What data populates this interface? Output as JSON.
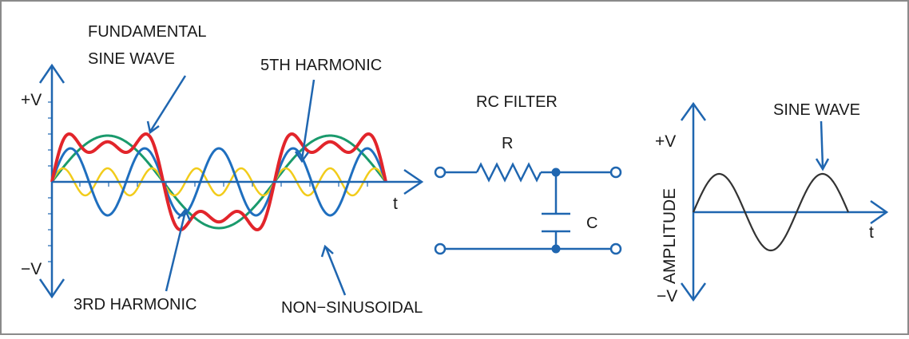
{
  "left_diagram": {
    "plus_v": "+V",
    "minus_v": "−V",
    "t_label": "t",
    "callouts": {
      "fundamental_line1": "FUNDAMENTAL",
      "fundamental_line2": "SINE WAVE",
      "fifth": "5TH HARMONIC",
      "third": "3RD HARMONIC",
      "nonsinusoidal": "NON−SINUSOIDAL"
    }
  },
  "rc_filter": {
    "title": "RC FILTER",
    "r_label": "R",
    "c_label": "C"
  },
  "right_diagram": {
    "plus_v": "+V",
    "minus_v": "−V",
    "t_label": "t",
    "amplitude_label": "AMPLITUDE",
    "sine_label": "SINE WAVE"
  },
  "colors": {
    "axis": "#1f66b0",
    "fundamental": "#1a9a6c",
    "third_harmonic": "#1f6fbf",
    "fifth_harmonic": "#f2cc1b",
    "nonsinusoidal": "#e2252b",
    "sine": "#333333",
    "frame": "#8a8a8a"
  }
}
